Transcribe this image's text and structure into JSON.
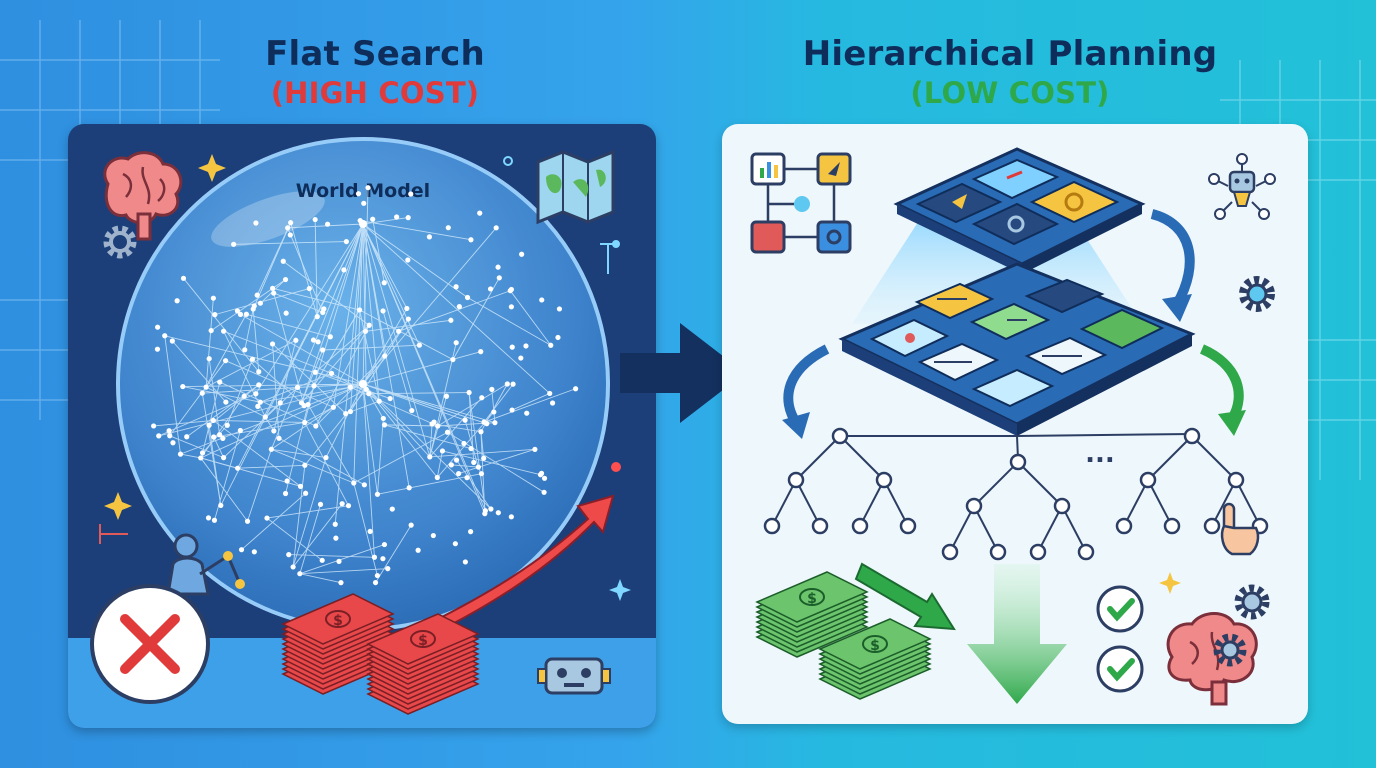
{
  "left": {
    "title": "Flat Search",
    "subtitle": "(HIGH COST)",
    "sphere_label": "World Model"
  },
  "right": {
    "title": "Hierarchical Planning",
    "subtitle": "(LOW COST)",
    "ellipsis": "..."
  },
  "icons": {
    "left": [
      "brain-icon",
      "gear-icon",
      "map-icon",
      "person-icon",
      "cross-icon",
      "money-stack-icon",
      "rising-arrow-icon",
      "robot-icon",
      "sparkle-icon"
    ],
    "right": [
      "flowchart-icon",
      "robot-network-icon",
      "gear-icon",
      "money-stack-icon",
      "down-arrow-icon",
      "check-icon",
      "brain-gear-icon",
      "pointer-hand-icon",
      "sparkle-icon"
    ]
  },
  "colors": {
    "high_cost": "#e03a3a",
    "low_cost": "#2fa84a",
    "title": "#0f2d5a",
    "left_panel": "#1c3f7a",
    "right_panel": "#eef7fb"
  }
}
